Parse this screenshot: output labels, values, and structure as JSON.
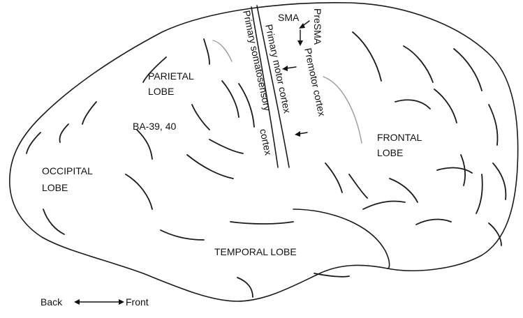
{
  "labels": {
    "presma": "PreSMA",
    "sma": "SMA",
    "premotor": "Premotor cortex",
    "primary_motor": "Primary motor cortex",
    "primary_somatosensory_1": "Primary somatosensory",
    "primary_somatosensory_2": "cortex",
    "parietal_1": "PARIETAL",
    "parietal_2": "LOBE",
    "ba": "BA-39, 40",
    "frontal_1": "FRONTAL",
    "frontal_2": "LOBE",
    "occipital_1": "OCCIPITAL",
    "occipital_2": "LOBE",
    "temporal": "TEMPORAL LOBE",
    "back": "Back",
    "front": "Front"
  },
  "colors": {
    "ink": "#111111",
    "outline": "#1a1a1a",
    "light_sulcus": "#9a9a9a",
    "background": "#ffffff"
  }
}
